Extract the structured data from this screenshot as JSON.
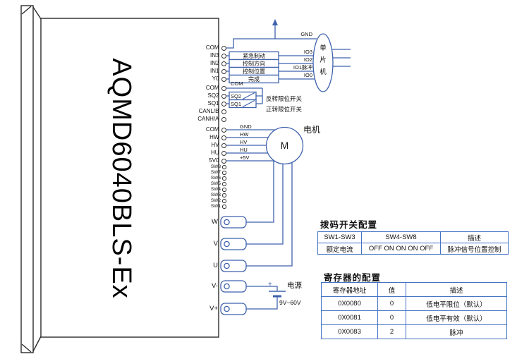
{
  "device": {
    "model": "AQMD6040BLS-Ex",
    "pins_group1": [
      "COM",
      "IN3",
      "IN2",
      "IN1",
      "Y0"
    ],
    "pins_group2": [
      "COM",
      "SQ2",
      "SQ1",
      "CANL/B",
      "CANH/A"
    ],
    "pins_group3": [
      "COM",
      "HW",
      "HV",
      "HU",
      "5V0"
    ],
    "pins_group4": [
      "SW8",
      "SW7",
      "SW6",
      "SW5",
      "SW4",
      "SW3",
      "SW2",
      "SW1"
    ],
    "terminals": [
      "W",
      "V",
      "U",
      "V-",
      "V+"
    ]
  },
  "signal_box": {
    "rows": [
      "紧急制动",
      "控制方向",
      "控制位置",
      "完成"
    ]
  },
  "mcu": {
    "label_chars": [
      "单",
      "片",
      "机"
    ],
    "pins": [
      "GND",
      "IO3",
      "IO2",
      "IO1脉冲",
      "IO0"
    ]
  },
  "limit_switches": {
    "com_label": "COM",
    "sq2_label": "SQ2",
    "sq1_label": "SQ1",
    "sq2_desc": "反转限位开关",
    "sq1_desc": "正转限位开关"
  },
  "motor": {
    "label": "电机",
    "symbol": "M",
    "wires": [
      "GND",
      "HW",
      "HV",
      "HU",
      "+5V"
    ]
  },
  "power": {
    "label": "电源",
    "plus": "+",
    "range": "9V~60V"
  },
  "dip_table": {
    "title": "拨码开关配置",
    "headers": [
      "SW1-SW3",
      "SW4-SW8",
      "描述"
    ],
    "rows": [
      [
        "额定电流",
        "OFF ON ON ON OFF",
        "脉冲信号位置控制"
      ]
    ]
  },
  "reg_table": {
    "title": "寄存器的配置",
    "headers": [
      "寄存器地址",
      "值",
      "描述"
    ],
    "rows": [
      [
        "0X0080",
        "0",
        "低电平限位（默认）"
      ],
      [
        "0X0081",
        "0",
        "低电平有效（默认）"
      ],
      [
        "0X0083",
        "2",
        "脉冲"
      ]
    ]
  },
  "colors": {
    "wire": "#3f62ad",
    "outline": "#2b2b2b",
    "table_border": "#4472c4"
  }
}
